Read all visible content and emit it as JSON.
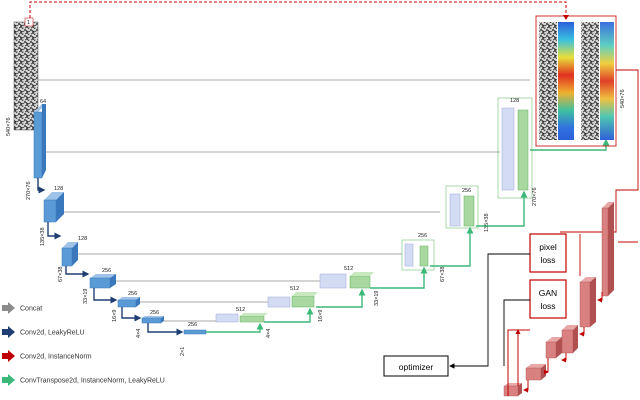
{
  "input": {
    "size": "540×76",
    "channels": "1"
  },
  "encoder": {
    "channels": [
      "64",
      "128",
      "128",
      "256",
      "256",
      "256"
    ],
    "sizes": [
      "270×76",
      "135×38",
      "67×38",
      "33×19",
      "16×9",
      "4×4"
    ]
  },
  "bottleneck": {
    "channels": "256",
    "size": "2×1"
  },
  "decoder": {
    "channels": [
      "512",
      "512",
      "512",
      "256",
      "256",
      "128"
    ],
    "sizes": [
      "4×4",
      "16×9",
      "33×19",
      "67×38",
      "135×38",
      "270×76"
    ]
  },
  "output": {
    "size": "540×76"
  },
  "boxes": {
    "pixel_loss": "pixel\nloss",
    "gan_loss": "GAN\nloss",
    "optimizer": "optimizer"
  },
  "legend": [
    {
      "label": "Concat",
      "color": "#8c8c8c"
    },
    {
      "label": "Conv2d, LeakyReLU",
      "color": "#1f3f73"
    },
    {
      "label": "Conv2d, InstanceNorm",
      "color": "#c00000"
    },
    {
      "label": "ConvTranspose2d, InstanceNorm, LeakyReLU",
      "color": "#3cb878"
    }
  ],
  "colors": {
    "encoder": "#5b9bd5",
    "decoder_light": "#d4dcf3",
    "decoder_green": "#a8d8a0",
    "discriminator": "#d98080",
    "dash": "#c00000"
  }
}
